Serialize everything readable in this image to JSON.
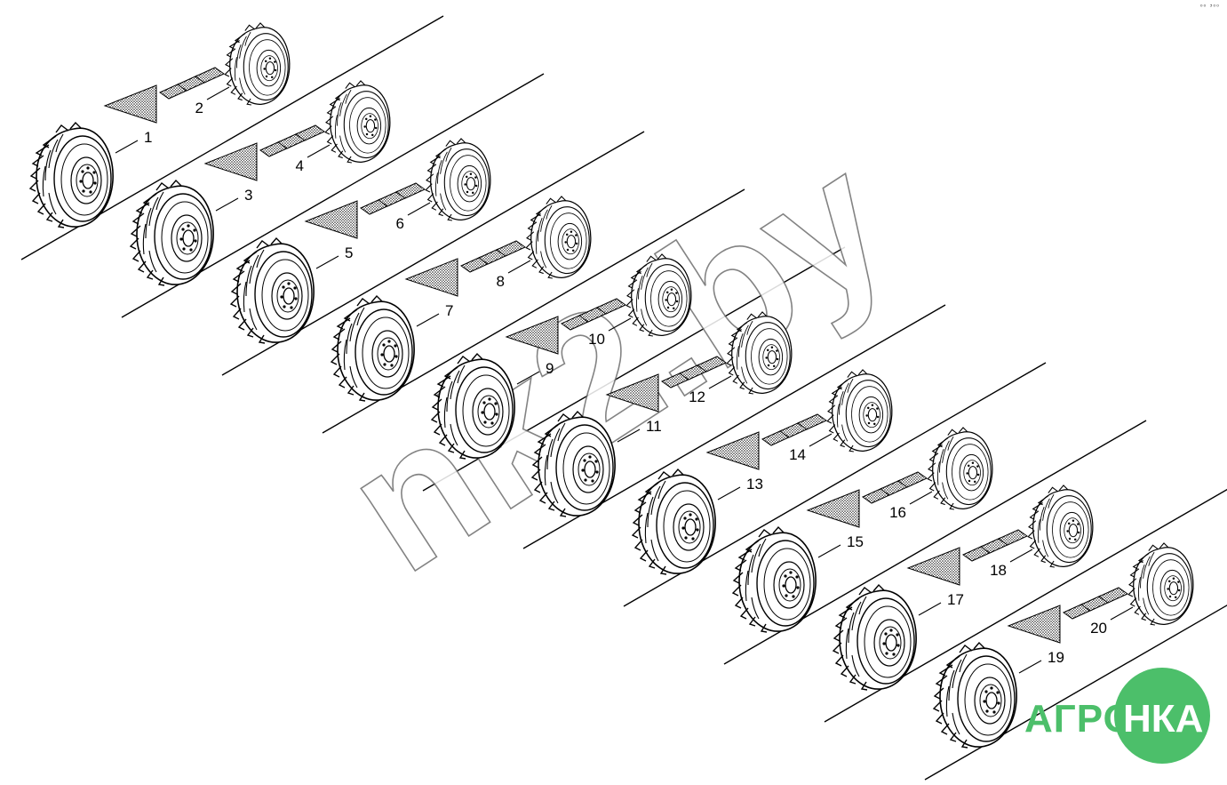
{
  "diagram": {
    "pairs": [
      {
        "front_label": "1",
        "rear_label": "2"
      },
      {
        "front_label": "3",
        "rear_label": "4"
      },
      {
        "front_label": "5",
        "rear_label": "6"
      },
      {
        "front_label": "7",
        "rear_label": "8"
      },
      {
        "front_label": "9",
        "rear_label": "10"
      },
      {
        "front_label": "11",
        "rear_label": "12"
      },
      {
        "front_label": "13",
        "rear_label": "14"
      },
      {
        "front_label": "15",
        "rear_label": "16"
      },
      {
        "front_label": "17",
        "rear_label": "18"
      },
      {
        "front_label": "19",
        "rear_label": "20"
      }
    ]
  },
  "corner_mark": "⁰⁰ ³⁰⁰",
  "watermark": {
    "text": "nk2.by"
  },
  "logo": {
    "left": "АГРО",
    "right": "НКА",
    "color": "#4cbf6a"
  }
}
